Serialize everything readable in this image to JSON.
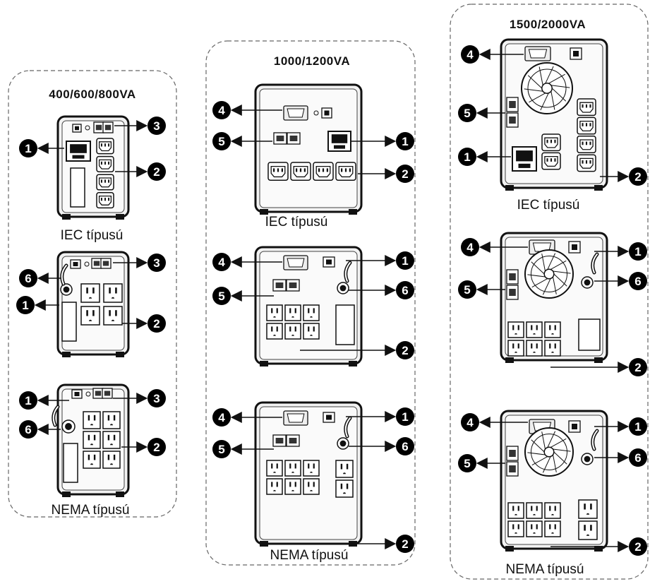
{
  "models": [
    {
      "title": "400/600/800VA",
      "labels": [
        "IEC típusú",
        "NEMA típusú"
      ]
    },
    {
      "title": "1000/1200VA",
      "labels": [
        "IEC típusú",
        "NEMA típusú"
      ]
    },
    {
      "title": "1500/2000VA",
      "labels": [
        "IEC típusú",
        "NEMA típusú"
      ]
    }
  ],
  "marker_numbers": [
    "1",
    "2",
    "3",
    "4",
    "5",
    "6"
  ],
  "colors": {
    "ink": "#111111",
    "panel_outline": "#555555",
    "bubble_fill": "#000000",
    "bubble_text": "#ffffff"
  },
  "icons": [
    "ethernet-port-icon",
    "usb-port-icon",
    "serial-port-icon",
    "fan-icon",
    "iec-outlet-icon",
    "nema-outlet-icon",
    "breaker-icon"
  ]
}
